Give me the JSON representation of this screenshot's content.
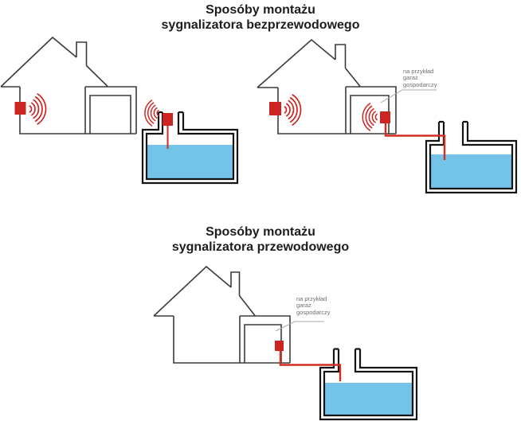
{
  "colors": {
    "accent_red": "#cc2420",
    "wire_red": "#d22d20",
    "water_blue": "#74c3e8",
    "outline_dark": "#3b3b3b",
    "tank_outline": "#141414",
    "label_gray": "#6e6e6e",
    "leader_gray": "#a9a9a9",
    "title_black": "#1d1d1d",
    "page_bg": "#ffffff"
  },
  "sections": {
    "wireless": {
      "title": "Sposóby montażu\nsygnalizatora bezprzewodowego"
    },
    "wired": {
      "title": "Sposóby montażu\nsygnalizatora przewodowego"
    }
  },
  "annotations": {
    "garage_note": "na przykład\ngaraż\ngospodarczy"
  }
}
